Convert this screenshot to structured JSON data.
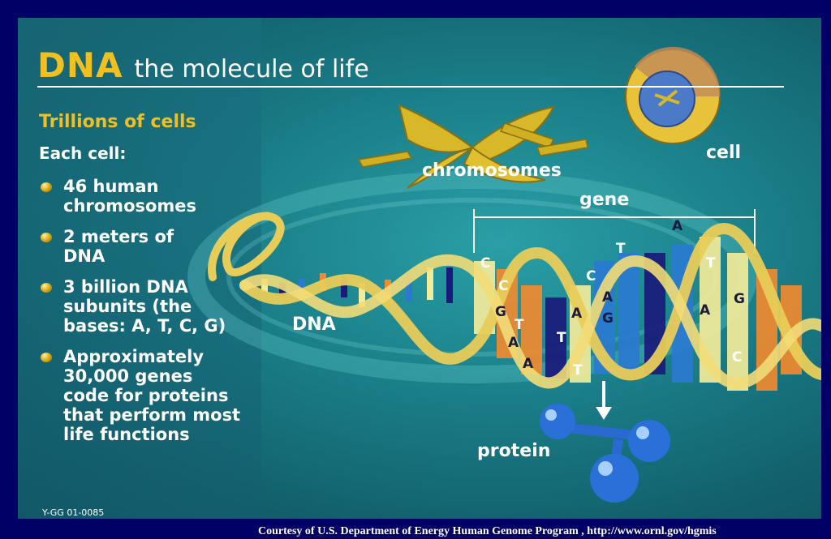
{
  "title": {
    "strong": "DNA",
    "rest": "the molecule of life"
  },
  "subheading": "Trillions of cells",
  "each_cell": "Each cell:",
  "facts": [
    "46 human\nchromosomes",
    "2 meters of\nDNA",
    "3 billion DNA\nsubunits (the\nbases: A, T, C, G)",
    "Approximately\n30,000 genes\ncode for proteins\nthat perform most\nlife functions"
  ],
  "labels": {
    "chromosomes": "chromosomes",
    "cell": "cell",
    "gene": "gene",
    "dna": "DNA",
    "protein": "protein"
  },
  "gene_bases": [
    "C",
    "C",
    "G",
    "T",
    "A",
    "A",
    "A",
    "T",
    "T",
    "C",
    "A",
    "G",
    "T",
    "A",
    "T",
    "A",
    "G",
    "C"
  ],
  "code": "Y-GG 01-0085",
  "credit": "Courtesy of U.S. Department of Energy Human Genome Program , http://www.ornl.gov/hgmis",
  "colors": {
    "background": "#000066",
    "accent_gold": "#f0c020",
    "base_a": "#f2ec9a",
    "base_t": "#1a1a7a",
    "base_c": "#2a7ad0",
    "base_g": "#f08a30"
  },
  "icons": [
    "chromosome-icon",
    "cell-icon",
    "protein-icon",
    "dna-helix-icon"
  ]
}
